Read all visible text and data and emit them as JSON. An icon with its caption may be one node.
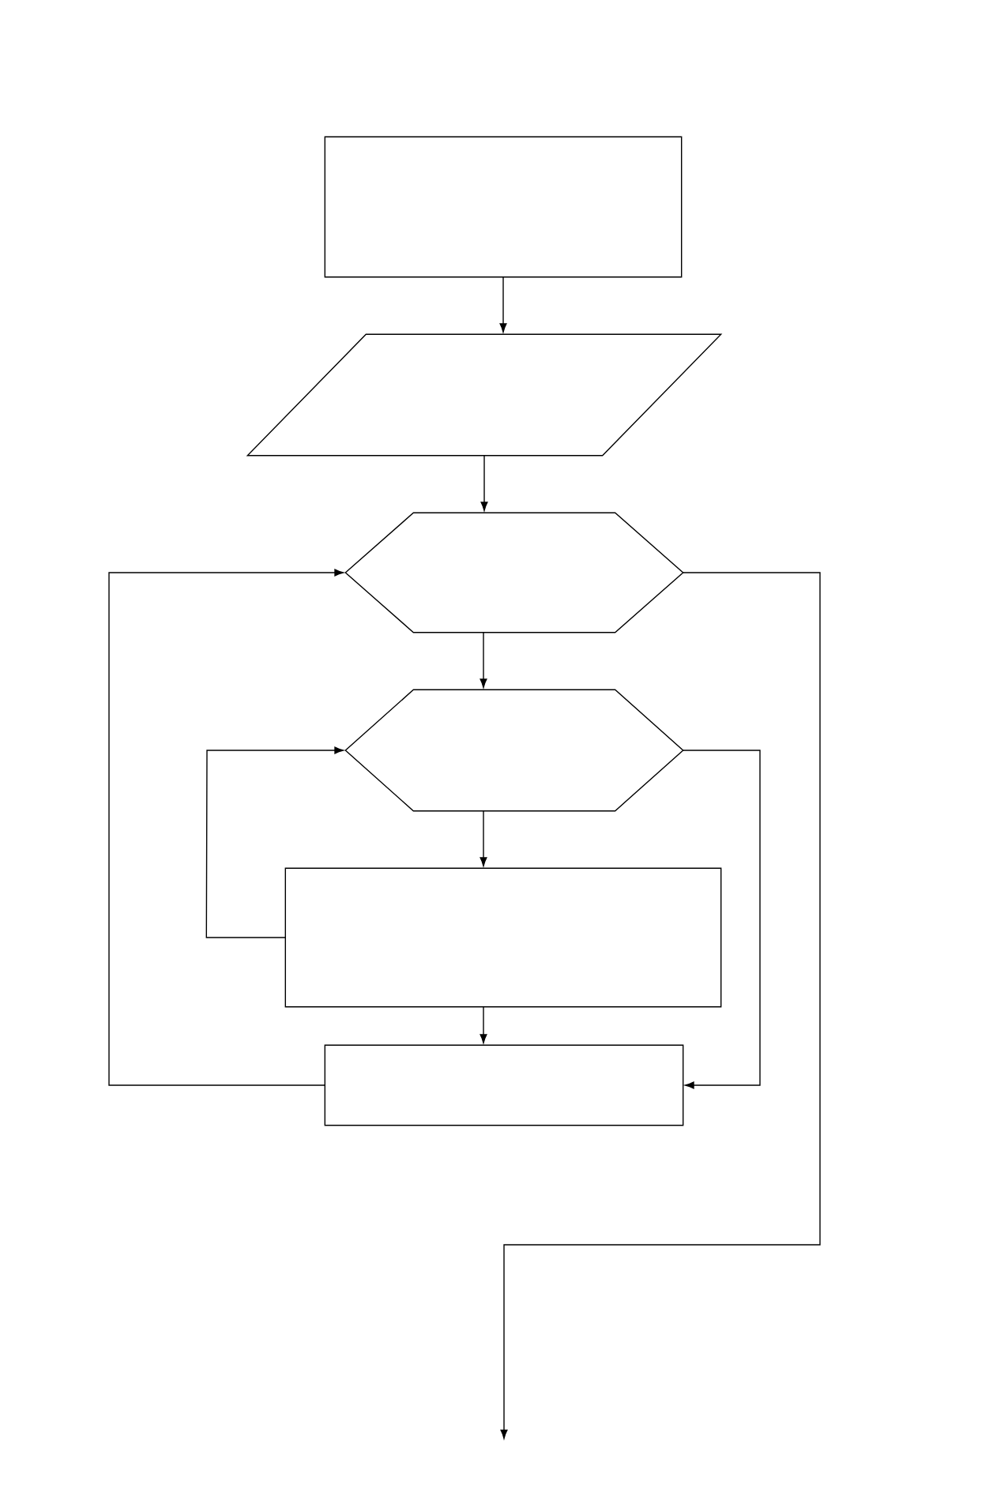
{
  "diagram": {
    "nodes": [
      {
        "text": [],
        "shape": "box"
      },
      {
        "text": [],
        "shape": "parallelogram"
      },
      {
        "text": [],
        "shape": "hexagon"
      },
      {
        "text": [],
        "shape": "hexagon"
      },
      {
        "text": [],
        "shape": "box"
      },
      {
        "text": [],
        "shape": "box"
      }
    ],
    "edges": [
      {
        "from": 0,
        "to": 1,
        "arrow": "to"
      },
      {
        "from": 1,
        "to": 2,
        "arrow": "to"
      },
      {
        "from": 2,
        "to": 3,
        "arrow": "to"
      },
      {
        "from": 3,
        "to": 4,
        "arrow": "to"
      },
      {
        "from": 4,
        "to": 5,
        "arrow": "to"
      },
      {
        "from": 4,
        "to": 3,
        "arrow": "to"
      },
      {
        "from": 3,
        "to": 5,
        "arrow": "to"
      },
      {
        "from": 5,
        "to": 2,
        "arrow": "to"
      },
      {
        "from": 2,
        "to": null,
        "arrow": "to"
      }
    ]
  }
}
